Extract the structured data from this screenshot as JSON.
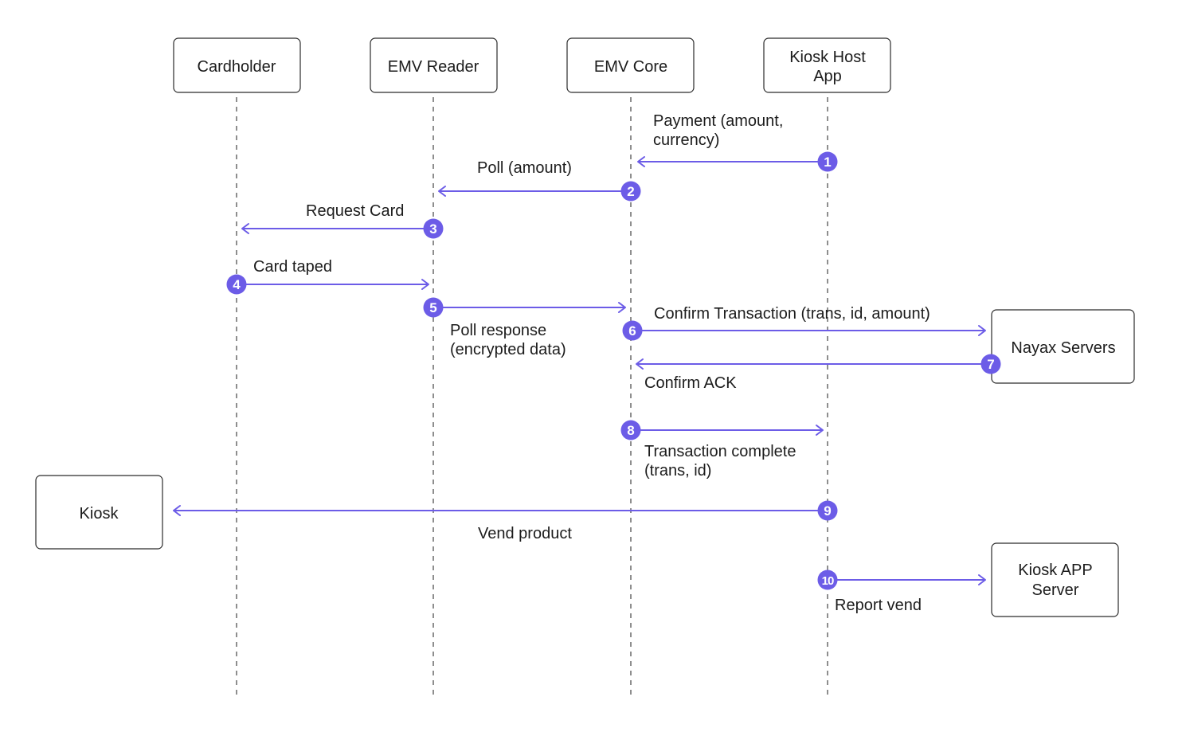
{
  "colors": {
    "accent": "#6c5ce7",
    "text": "#1c1c1c",
    "border": "#2b2b2b"
  },
  "participants": [
    {
      "id": "cardholder",
      "lines": [
        "Cardholder"
      ]
    },
    {
      "id": "emv-reader",
      "lines": [
        "EMV Reader"
      ]
    },
    {
      "id": "emv-core",
      "lines": [
        "EMV Core"
      ]
    },
    {
      "id": "kiosk-host-app",
      "lines": [
        "Kiosk Host",
        "App"
      ]
    },
    {
      "id": "nayax-servers",
      "lines": [
        "Nayax Servers"
      ]
    },
    {
      "id": "kiosk",
      "lines": [
        "Kiosk"
      ]
    },
    {
      "id": "kiosk-app-server",
      "lines": [
        "Kiosk APP",
        "Server"
      ]
    }
  ],
  "messages": [
    {
      "step": "1",
      "from": "kiosk-host-app",
      "to": "emv-core",
      "lines": [
        "Payment (amount,",
        "currency)"
      ]
    },
    {
      "step": "2",
      "from": "emv-core",
      "to": "emv-reader",
      "lines": [
        "Poll (amount)"
      ]
    },
    {
      "step": "3",
      "from": "emv-reader",
      "to": "cardholder",
      "lines": [
        "Request Card"
      ]
    },
    {
      "step": "4",
      "from": "cardholder",
      "to": "emv-reader",
      "lines": [
        "Card taped"
      ]
    },
    {
      "step": "5",
      "from": "emv-reader",
      "to": "emv-core",
      "lines": [
        "Poll response",
        "(encrypted data)"
      ]
    },
    {
      "step": "6",
      "from": "emv-core",
      "to": "nayax-servers",
      "lines": [
        "Confirm Transaction (trans, id, amount)"
      ]
    },
    {
      "step": "7",
      "from": "nayax-servers",
      "to": "emv-core",
      "lines": [
        "Confirm ACK"
      ]
    },
    {
      "step": "8",
      "from": "emv-core",
      "to": "kiosk-host-app",
      "lines": [
        "Transaction complete",
        "(trans, id)"
      ]
    },
    {
      "step": "9",
      "from": "kiosk-host-app",
      "to": "kiosk",
      "lines": [
        "Vend product"
      ]
    },
    {
      "step": "10",
      "from": "kiosk-host-app",
      "to": "kiosk-app-server",
      "lines": [
        "Report vend"
      ]
    }
  ]
}
